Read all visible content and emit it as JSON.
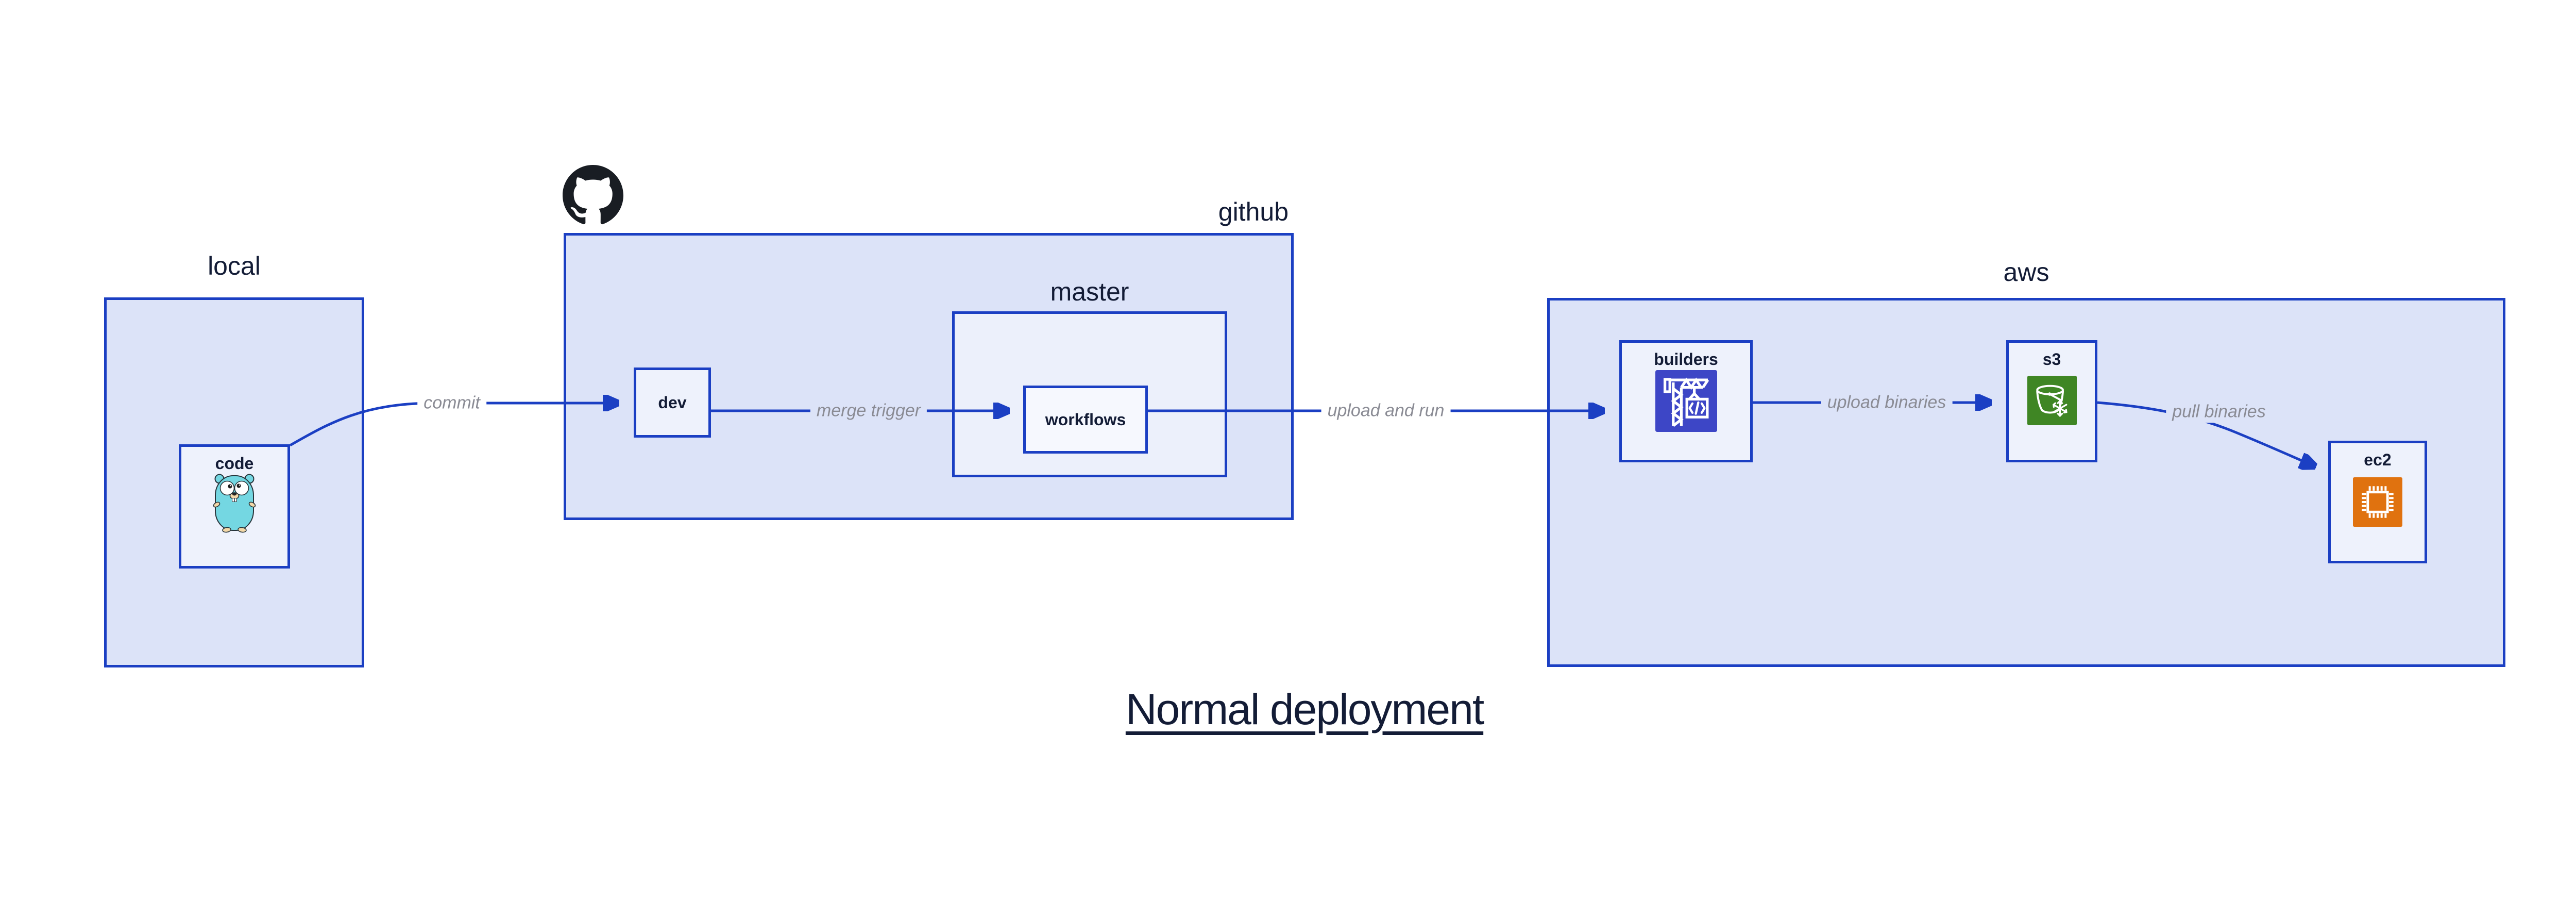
{
  "title": {
    "text": "Normal deployment"
  },
  "containers": {
    "local": {
      "label": "local"
    },
    "github": {
      "label": "github",
      "logo_icon": "github-octocat-icon"
    },
    "master": {
      "label": "master"
    },
    "aws": {
      "label": "aws"
    }
  },
  "nodes": {
    "code": {
      "label": "code",
      "icon": "go-gopher-icon"
    },
    "dev": {
      "label": "dev"
    },
    "workflows": {
      "label": "workflows"
    },
    "builders": {
      "label": "builders",
      "icon": "codebuild-crane-icon"
    },
    "s3": {
      "label": "s3",
      "icon": "s3-glacier-bucket-icon"
    },
    "ec2": {
      "label": "ec2",
      "icon": "ec2-chip-icon"
    }
  },
  "edges": {
    "commit": {
      "label": "commit",
      "from": "code",
      "to": "dev"
    },
    "merge_trigger": {
      "label": "merge trigger",
      "from": "dev",
      "to": "workflows"
    },
    "upload_and_run": {
      "label": "upload and run",
      "from": "workflows",
      "to": "builders"
    },
    "upload_binaries": {
      "label": "upload binaries",
      "from": "builders",
      "to": "s3"
    },
    "pull_binaries": {
      "label": "pull binaries",
      "from": "s3",
      "to": "ec2"
    }
  },
  "colors": {
    "line": "#1b3fc3",
    "ink": "#131c36",
    "edge_label": "#8a8b94",
    "container_fill": "#dce3f8",
    "master_fill": "#ecf0fb",
    "node_fill": "#eef2fc",
    "workflows_fill": "#f6f8fe",
    "codebuild_bg": "#3d46c6",
    "s3_glacier_bg": "#3f8624",
    "ec2_bg": "#e0720f",
    "github_logo": "#191d23",
    "gopher_body": "#74d7e2",
    "gopher_skin": "#f3d8a8"
  }
}
